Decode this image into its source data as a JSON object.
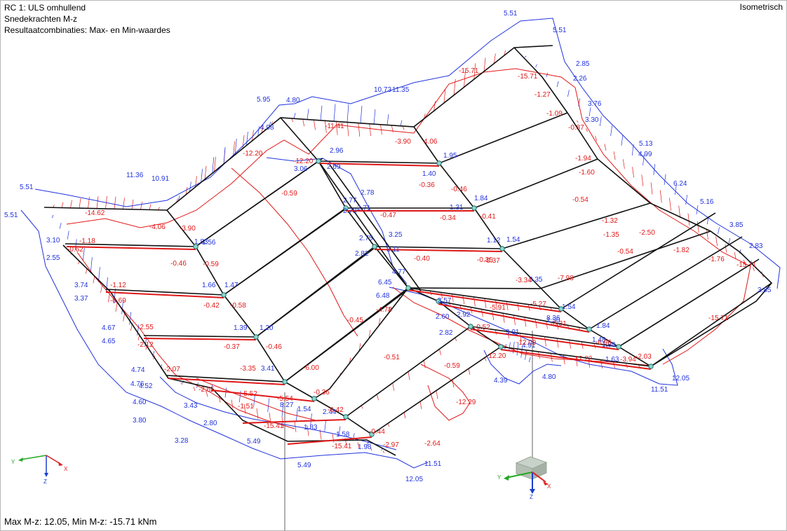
{
  "header": {
    "line1": "RC 1: ULS omhullend",
    "line2": "Snedekrachten M-z",
    "line3": "Resultaatcombinaties: Max- en Min-waardes"
  },
  "view_mode": "Isometrisch",
  "footer": "Max M-z: 12.05, Min M-z: -15.71 kNm",
  "colors": {
    "structure": "#111111",
    "max_diagram": "#2233dd",
    "min_diagram": "#e01818",
    "axis_x": "#dd2020",
    "axis_y": "#22aa22",
    "axis_z": "#1a3fd0",
    "support_line": "#b0b0b0",
    "node": "#88d8d0"
  },
  "axes_small": {
    "x": "X",
    "y": "Y",
    "z": "Z"
  },
  "axes_big": {
    "x": "X",
    "y": "Y",
    "z": "Z"
  },
  "labels_max": [
    "5.51",
    "5.51",
    "2.85",
    "2.26",
    "3.76",
    "3.30",
    "5.13",
    "4.99",
    "6.24",
    "5.16",
    "3.85",
    "2.83",
    "3.85",
    "10.73",
    "11.35",
    "5.95",
    "4.80",
    "4.98",
    "2.96",
    "3.06",
    "2.69",
    "1.40",
    "1.95",
    "11.36",
    "10.91",
    "5.51",
    "5.51",
    "2.77",
    "2.78",
    "2.71",
    "2.78",
    "1.31",
    "1.84",
    "1.83",
    "1.56",
    "3.10",
    "2.55",
    "3.25",
    "2.75",
    "2.82",
    "3.11",
    "1.12",
    "1.54",
    "3.74",
    "3.37",
    "1.66",
    "1.47",
    "6.45",
    "4.77",
    "6.48",
    "3.57",
    "3.35",
    "8.36",
    "1.30",
    "1.54",
    "1.84",
    "1.39",
    "1.20",
    "2.92",
    "2.60",
    "2.82",
    "3.01",
    "4.91",
    "1.48",
    "1.98",
    "4.67",
    "4.65",
    "1.63",
    "4.74",
    "4.76",
    "4.52",
    "3.41",
    "11.51",
    "12.05",
    "4.39",
    "4.80",
    "4.60",
    "3.80",
    "3.43",
    "8.27",
    "1.54",
    "2.44",
    "2.80",
    "1.83",
    "1.58",
    "3.28",
    "5.49",
    "1.98",
    "5.49",
    "11.51",
    "12.05"
  ],
  "labels_min": [
    "-15.71",
    "-15.71",
    "-1.27",
    "-1.09",
    "-0.87",
    "-11.41",
    "-12.20",
    "-12.20",
    "-3.90",
    "4.06",
    "-1.94",
    "-1.60",
    "-0.59",
    "-0.36",
    "-0.46",
    "-0.54",
    "-14.62",
    "-4.06",
    "-3.90",
    "-1.32",
    "-1.35",
    "-1.18",
    "-0.62",
    "-0.47",
    "-0.34",
    "-0.41",
    "-2.50",
    "-0.46",
    "-0.59",
    "-0.40",
    "-0.35",
    "-0.37",
    "-0.54",
    "-1.82",
    "-1.76",
    "-15.71",
    "-1.12",
    "-0.69",
    "-0.42",
    "-0.58",
    "-3.34",
    "-7.98",
    "-4.78",
    "-5.91",
    "-5.27",
    "-6.31",
    "-15.71",
    "-2.55",
    "-2.12",
    "-0.37",
    "-0.46",
    "-0.45",
    "-0.52",
    "-6.96",
    "-3.94",
    "-2.03",
    "-12.09",
    "-12.22",
    "-2.07",
    "-3.35",
    "-6.00",
    "-0.51",
    "-0.59",
    "-12.20",
    "-2.65",
    "-5.52",
    "-5.54",
    "-0.36",
    "-12.29",
    "-1.51",
    "-0.42",
    "-15.41",
    "-0.44",
    "-2.97",
    "-15.41",
    "-2.64"
  ]
}
